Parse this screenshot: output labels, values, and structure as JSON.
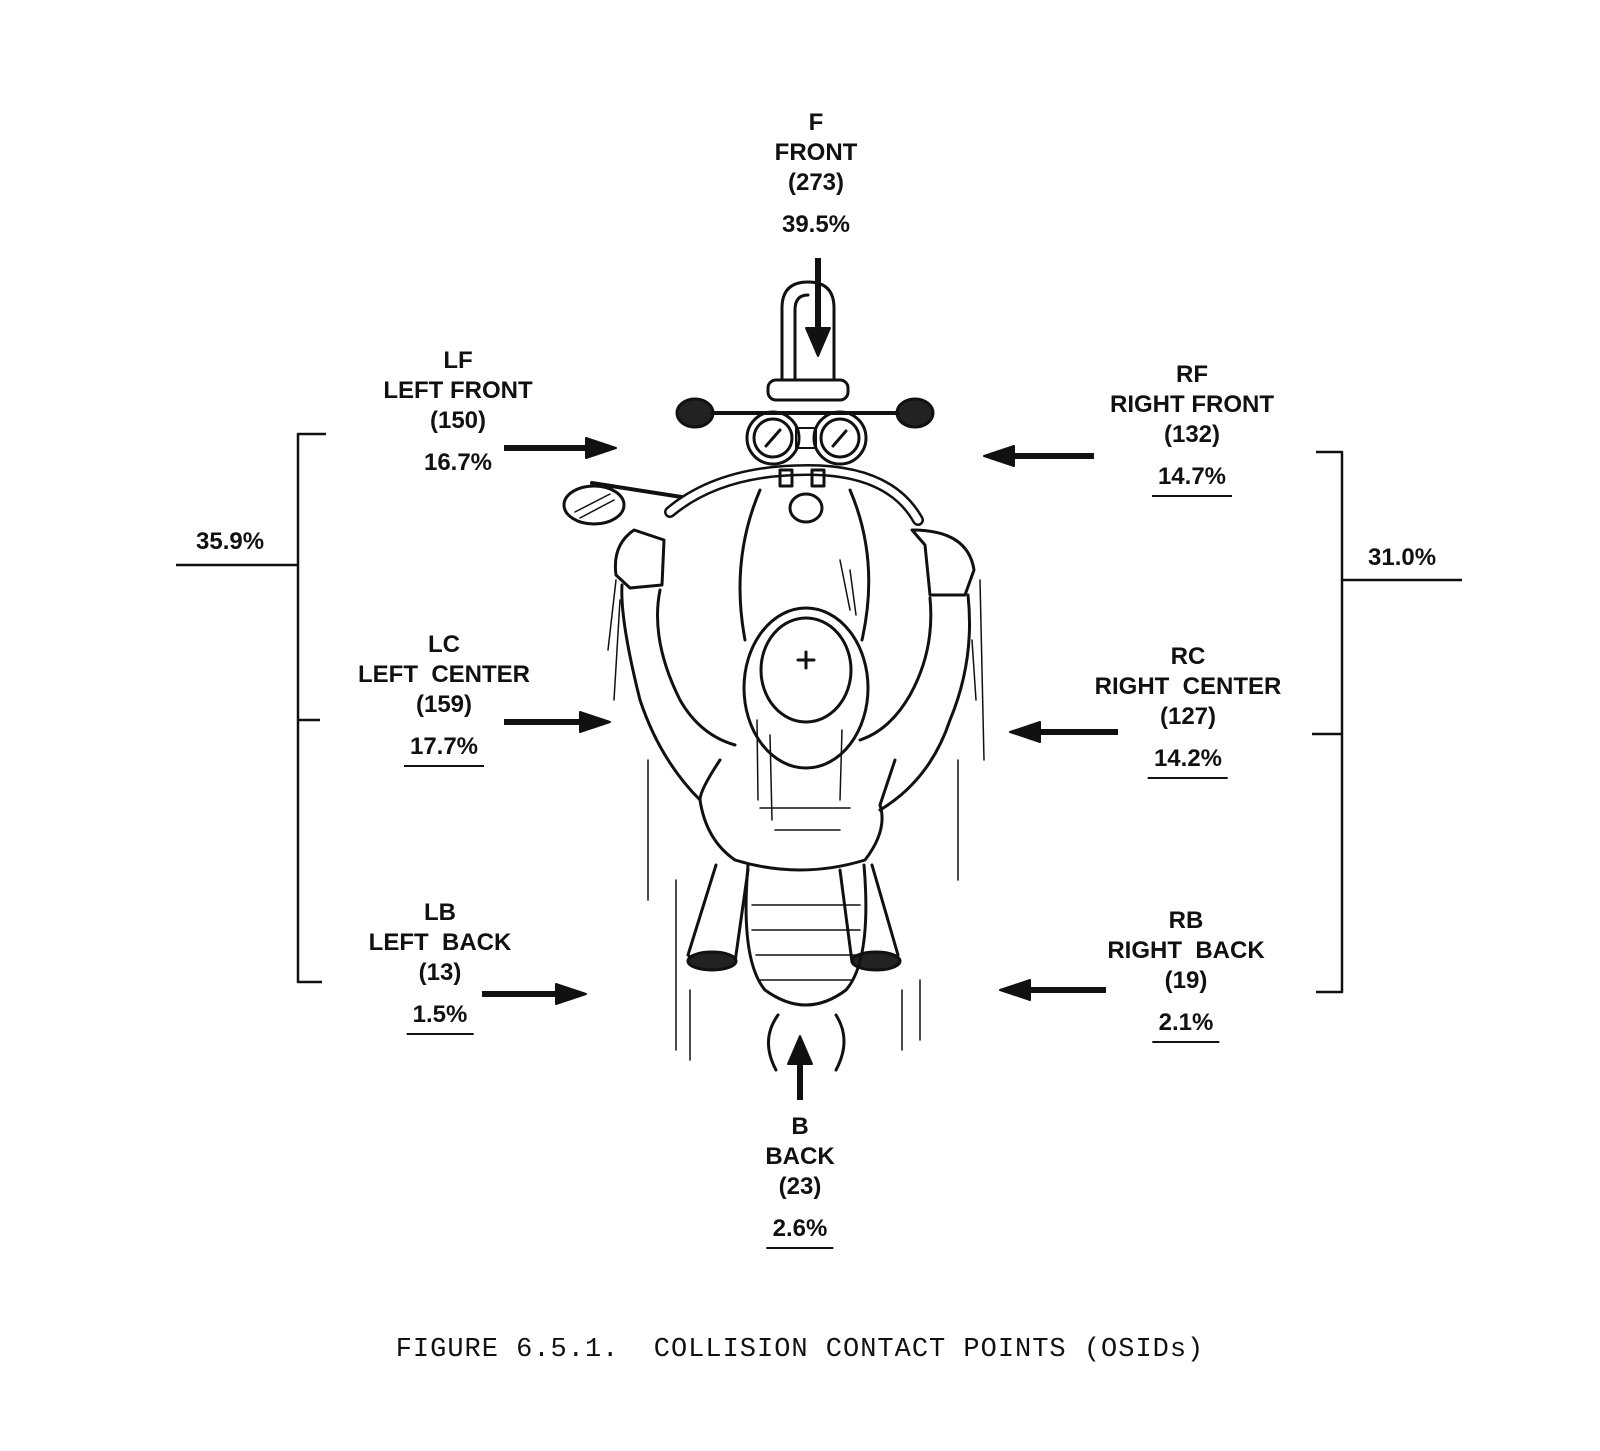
{
  "contact_points": [
    {
      "id": "f",
      "code": "F",
      "name": "FRONT",
      "count": "(273)",
      "pct": "39.5%",
      "underlined": false
    },
    {
      "id": "lf",
      "code": "LF",
      "name": "LEFT FRONT",
      "count": "(150)",
      "pct": "16.7%",
      "underlined": false
    },
    {
      "id": "rf",
      "code": "RF",
      "name": "RIGHT FRONT",
      "count": "(132)",
      "pct": "14.7%",
      "underlined": true
    },
    {
      "id": "lc",
      "code": "LC",
      "name": "LEFT  CENTER",
      "count": "(159)",
      "pct": "17.7%",
      "underlined": true
    },
    {
      "id": "rc",
      "code": "RC",
      "name": "RIGHT  CENTER",
      "count": "(127)",
      "pct": "14.2%",
      "underlined": true
    },
    {
      "id": "lb",
      "code": "LB",
      "name": "LEFT  BACK",
      "count": "(13)",
      "pct": "1.5%",
      "underlined": true
    },
    {
      "id": "rb",
      "code": "RB",
      "name": "RIGHT  BACK",
      "count": "(19)",
      "pct": "2.1%",
      "underlined": true
    },
    {
      "id": "b",
      "code": "B",
      "name": "BACK",
      "count": "(23)",
      "pct": "2.6%",
      "underlined": true
    }
  ],
  "left_total": "35.9%",
  "right_total": "31.0%",
  "caption": "FIGURE 6.5.1.  COLLISION CONTACT POINTS (OSIDs)",
  "colors": {
    "ink": "#111111",
    "paper": "#ffffff"
  }
}
